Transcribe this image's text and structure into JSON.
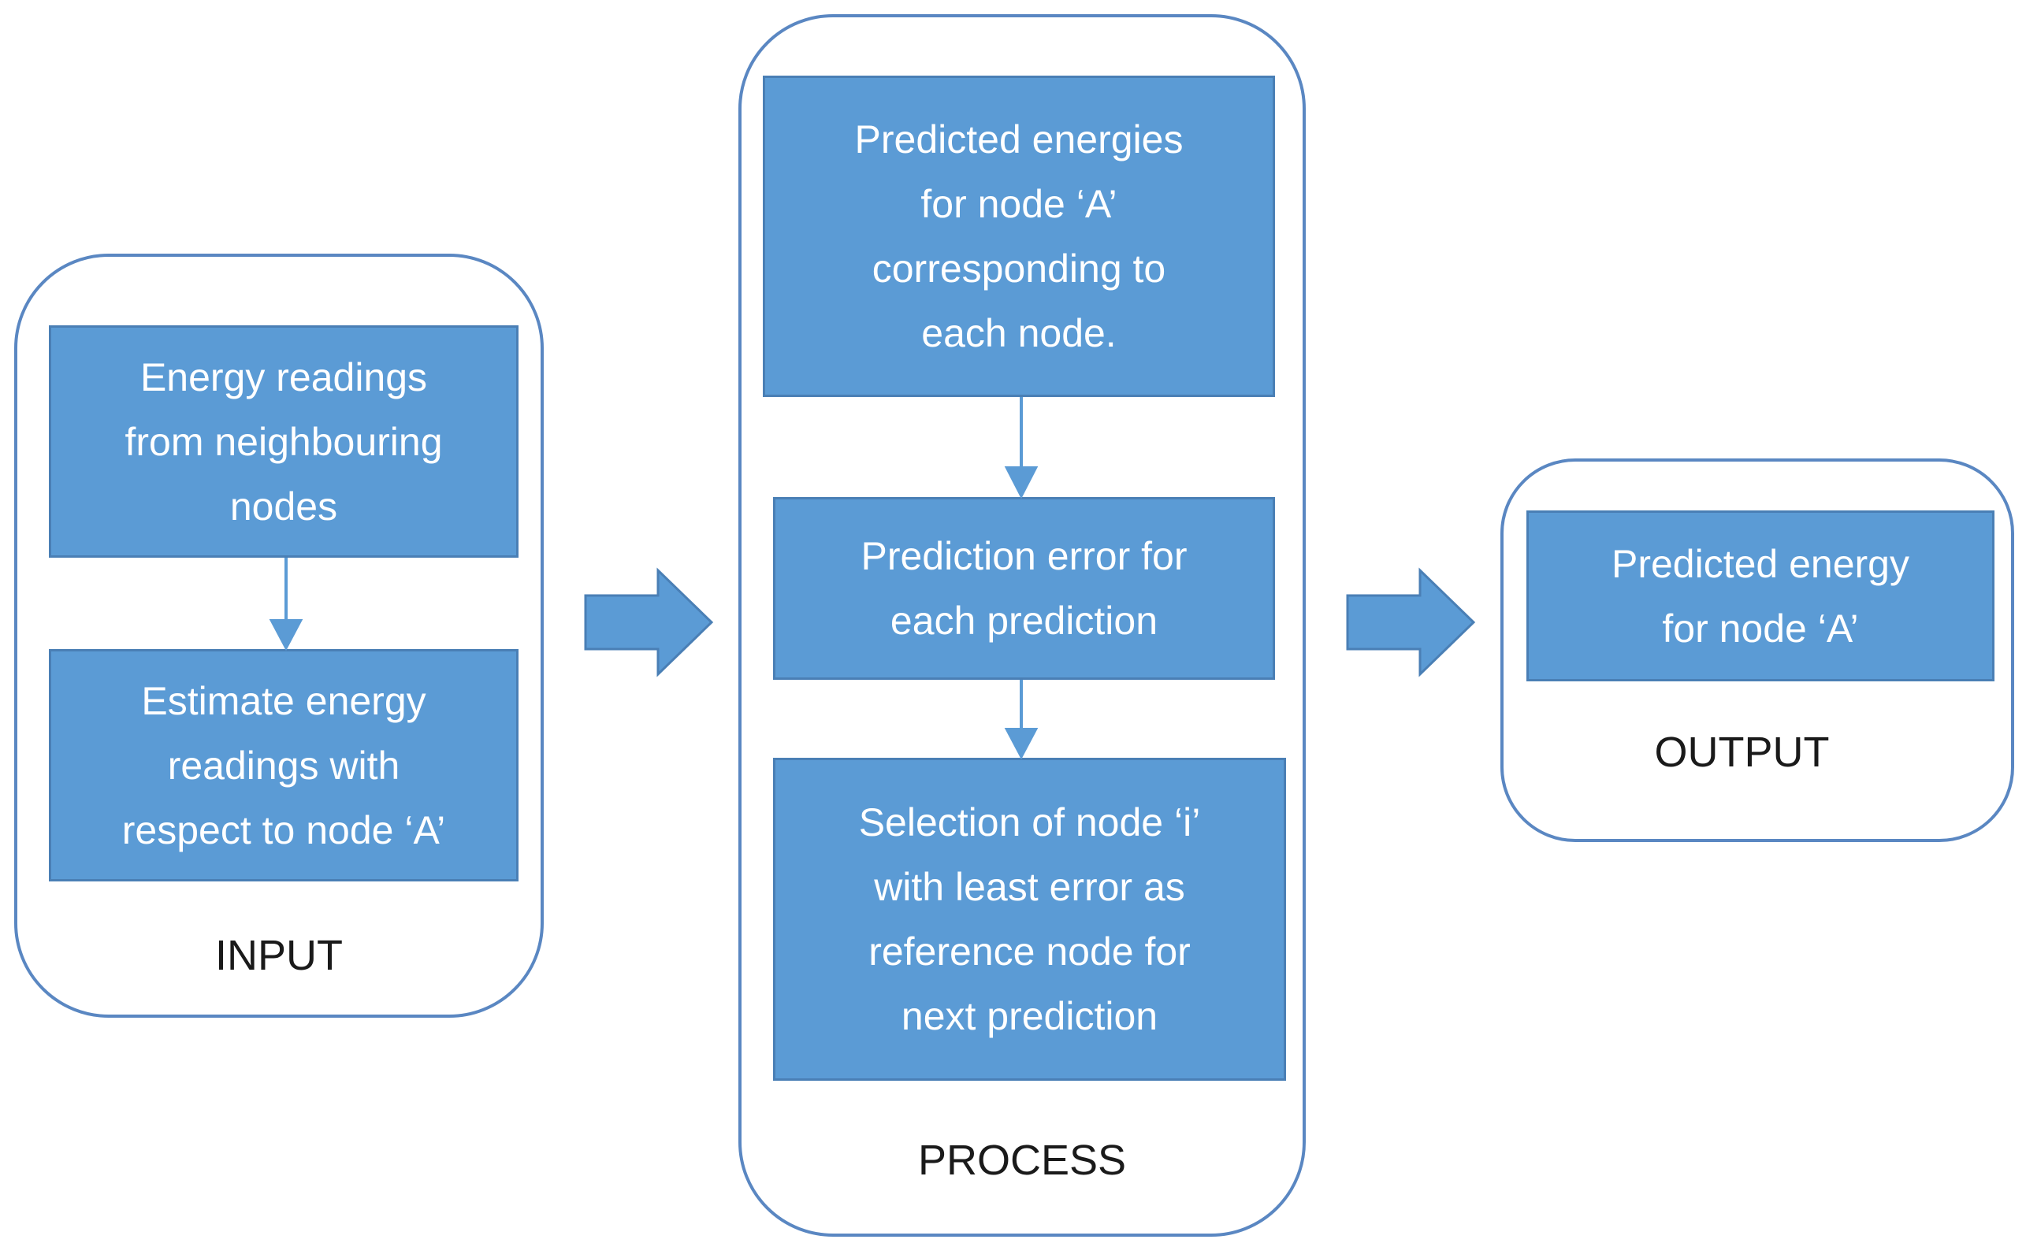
{
  "input": {
    "label": "INPUT",
    "boxes": [
      "Energy readings\nfrom neighbouring\nnodes",
      "Estimate energy\nreadings with\nrespect to node ‘A’"
    ]
  },
  "process": {
    "label": "PROCESS",
    "boxes": [
      "Predicted energies\nfor node ‘A’\ncorresponding to\neach node.",
      "Prediction error for\neach prediction",
      "Selection of node ‘i’\nwith least error as\nreference node for\nnext prediction"
    ]
  },
  "output": {
    "label": "OUTPUT",
    "boxes": [
      "Predicted energy\nfor node ‘A’"
    ]
  },
  "colors": {
    "box_fill": "#5b9bd5",
    "box_border": "#4a7fb5",
    "group_border": "#5a87c2",
    "arrow": "#5b9bd5"
  }
}
